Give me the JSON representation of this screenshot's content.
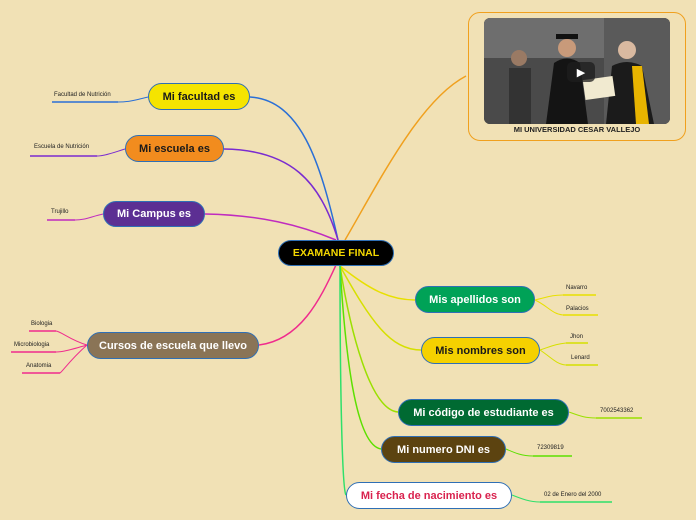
{
  "root": {
    "label": "EXAMANE FINAL"
  },
  "branches": {
    "facultad": {
      "label": "Mi facultad es",
      "leaves": [
        "Facultad de Nutrición"
      ]
    },
    "escuela": {
      "label": "Mi escuela es",
      "leaves": [
        "Escuela de Nutrición"
      ]
    },
    "campus": {
      "label": "Mi Campus es",
      "leaves": [
        "Trujillo"
      ]
    },
    "cursos": {
      "label": "Cursos de escuela que llevo",
      "leaves": [
        "Biologia",
        "Microbiologia",
        "Anatomia"
      ]
    },
    "apellidos": {
      "label": "Mis apellidos son",
      "leaves": [
        "Navarro",
        "Palacios"
      ]
    },
    "nombres": {
      "label": "Mis nombres son",
      "leaves": [
        "Jhon",
        "Lenard"
      ]
    },
    "codigo": {
      "label": "Mi código de estudiante es",
      "leaves": [
        "7002543362"
      ]
    },
    "dni": {
      "label": "Mi numero DNI es",
      "leaves": [
        "72309819"
      ]
    },
    "nacimiento": {
      "label": "Mi fecha de nacimiento es",
      "leaves": [
        "02 de Enero del 2000"
      ]
    }
  },
  "video": {
    "caption": "MI UNIVERSIDAD CESAR VALLEJO",
    "play_icon": "play-icon"
  },
  "colors": {
    "background": "#f1e1b5",
    "root_fill": "#000000",
    "root_text": "#f5d800",
    "facultad": "#f5e400",
    "escuela": "#f28c1e",
    "campus": "#5c2f93",
    "cursos": "#8a7456",
    "apellidos": "#00a257",
    "nombres": "#f5d100",
    "codigo": "#006a32",
    "dni": "#5c4310",
    "nacimiento": "#ffffff",
    "nacimiento_text": "#d9224e"
  }
}
